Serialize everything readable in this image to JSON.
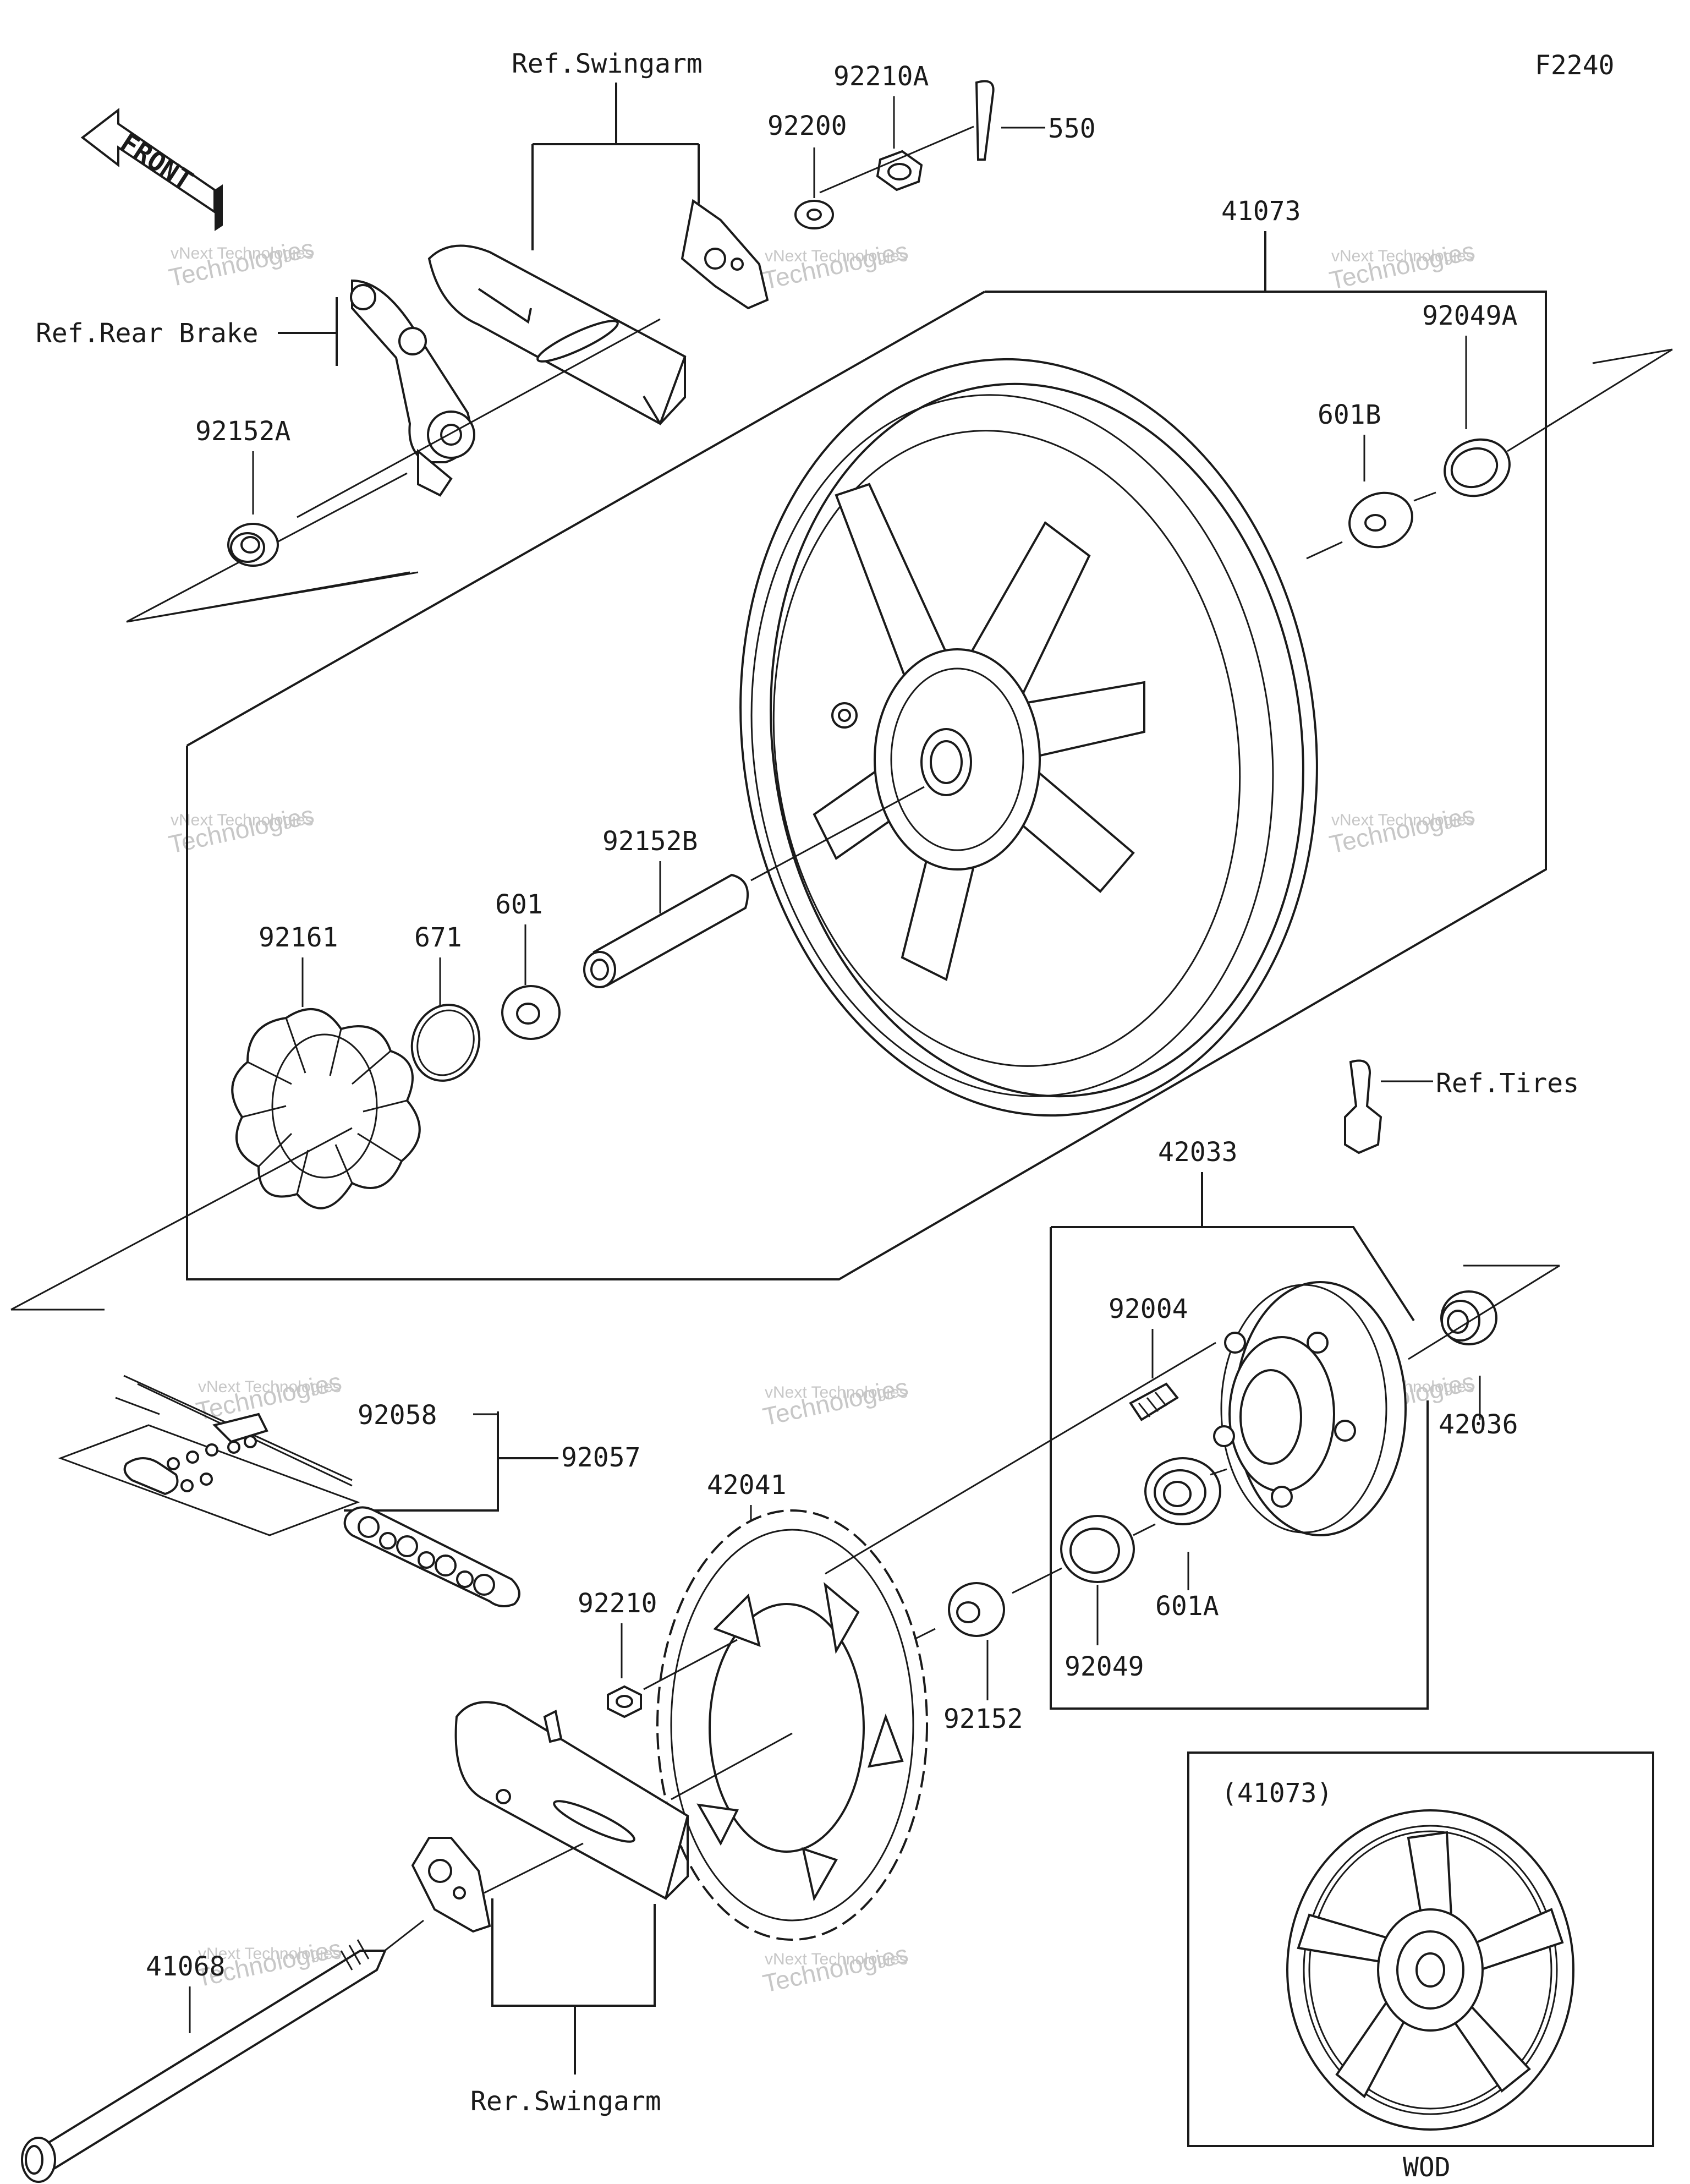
{
  "figure_code": "F2240",
  "front_arrow": {
    "text": "FRONT"
  },
  "references": {
    "swingarm_top": "Ref.Swingarm",
    "rear_brake": "Ref.Rear Brake",
    "tires": "Ref.Tires",
    "swingarm_bottom": "Rer.Swingarm"
  },
  "part_labels": {
    "p92210A": "92210A",
    "p550": "550",
    "p92200": "92200",
    "p41073": "41073",
    "p92049A": "92049A",
    "p601B": "601B",
    "p92152A": "92152A",
    "p92152B": "92152B",
    "p601": "601",
    "p671": "671",
    "p92161": "92161",
    "p42033": "42033",
    "p92004": "92004",
    "p42036": "42036",
    "p92058": "92058",
    "p92057": "92057",
    "p42041": "42041",
    "p601A": "601A",
    "p92049": "92049",
    "p92210": "92210",
    "p92152": "92152",
    "p41068": "41068"
  },
  "inset": {
    "title": "(41073)",
    "caption": "WOD"
  },
  "watermark": {
    "line1": "vNext Technologies",
    "line2": "Technologies",
    "line3": "vNext"
  }
}
